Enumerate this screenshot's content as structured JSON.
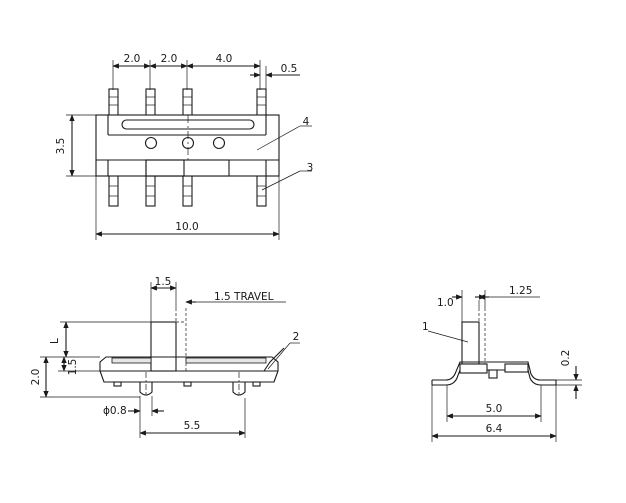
{
  "top_view": {
    "dim_pitch_1": "2.0",
    "dim_pitch_2": "2.0",
    "dim_pitch_3": "4.0",
    "dim_pin_width": "0.5",
    "dim_height": "3.5",
    "dim_length": "10.0",
    "callout_4": "4",
    "callout_3": "3"
  },
  "side_view": {
    "dim_knob_width": "1.5",
    "travel_label": "1.5 TRAVEL",
    "dim_L": "L",
    "dim_body_height": "2.0",
    "dim_base_height": "1.5",
    "dim_post_diameter": "ϕ0.8",
    "dim_post_spacing": "5.5",
    "callout_2": "2"
  },
  "end_view": {
    "dim_knob_width": "1.0",
    "dim_offset": "1.25",
    "dim_foot_thickness": "0.2",
    "dim_inner_width": "5.0",
    "dim_outer_width": "6.4",
    "callout_1": "1"
  }
}
